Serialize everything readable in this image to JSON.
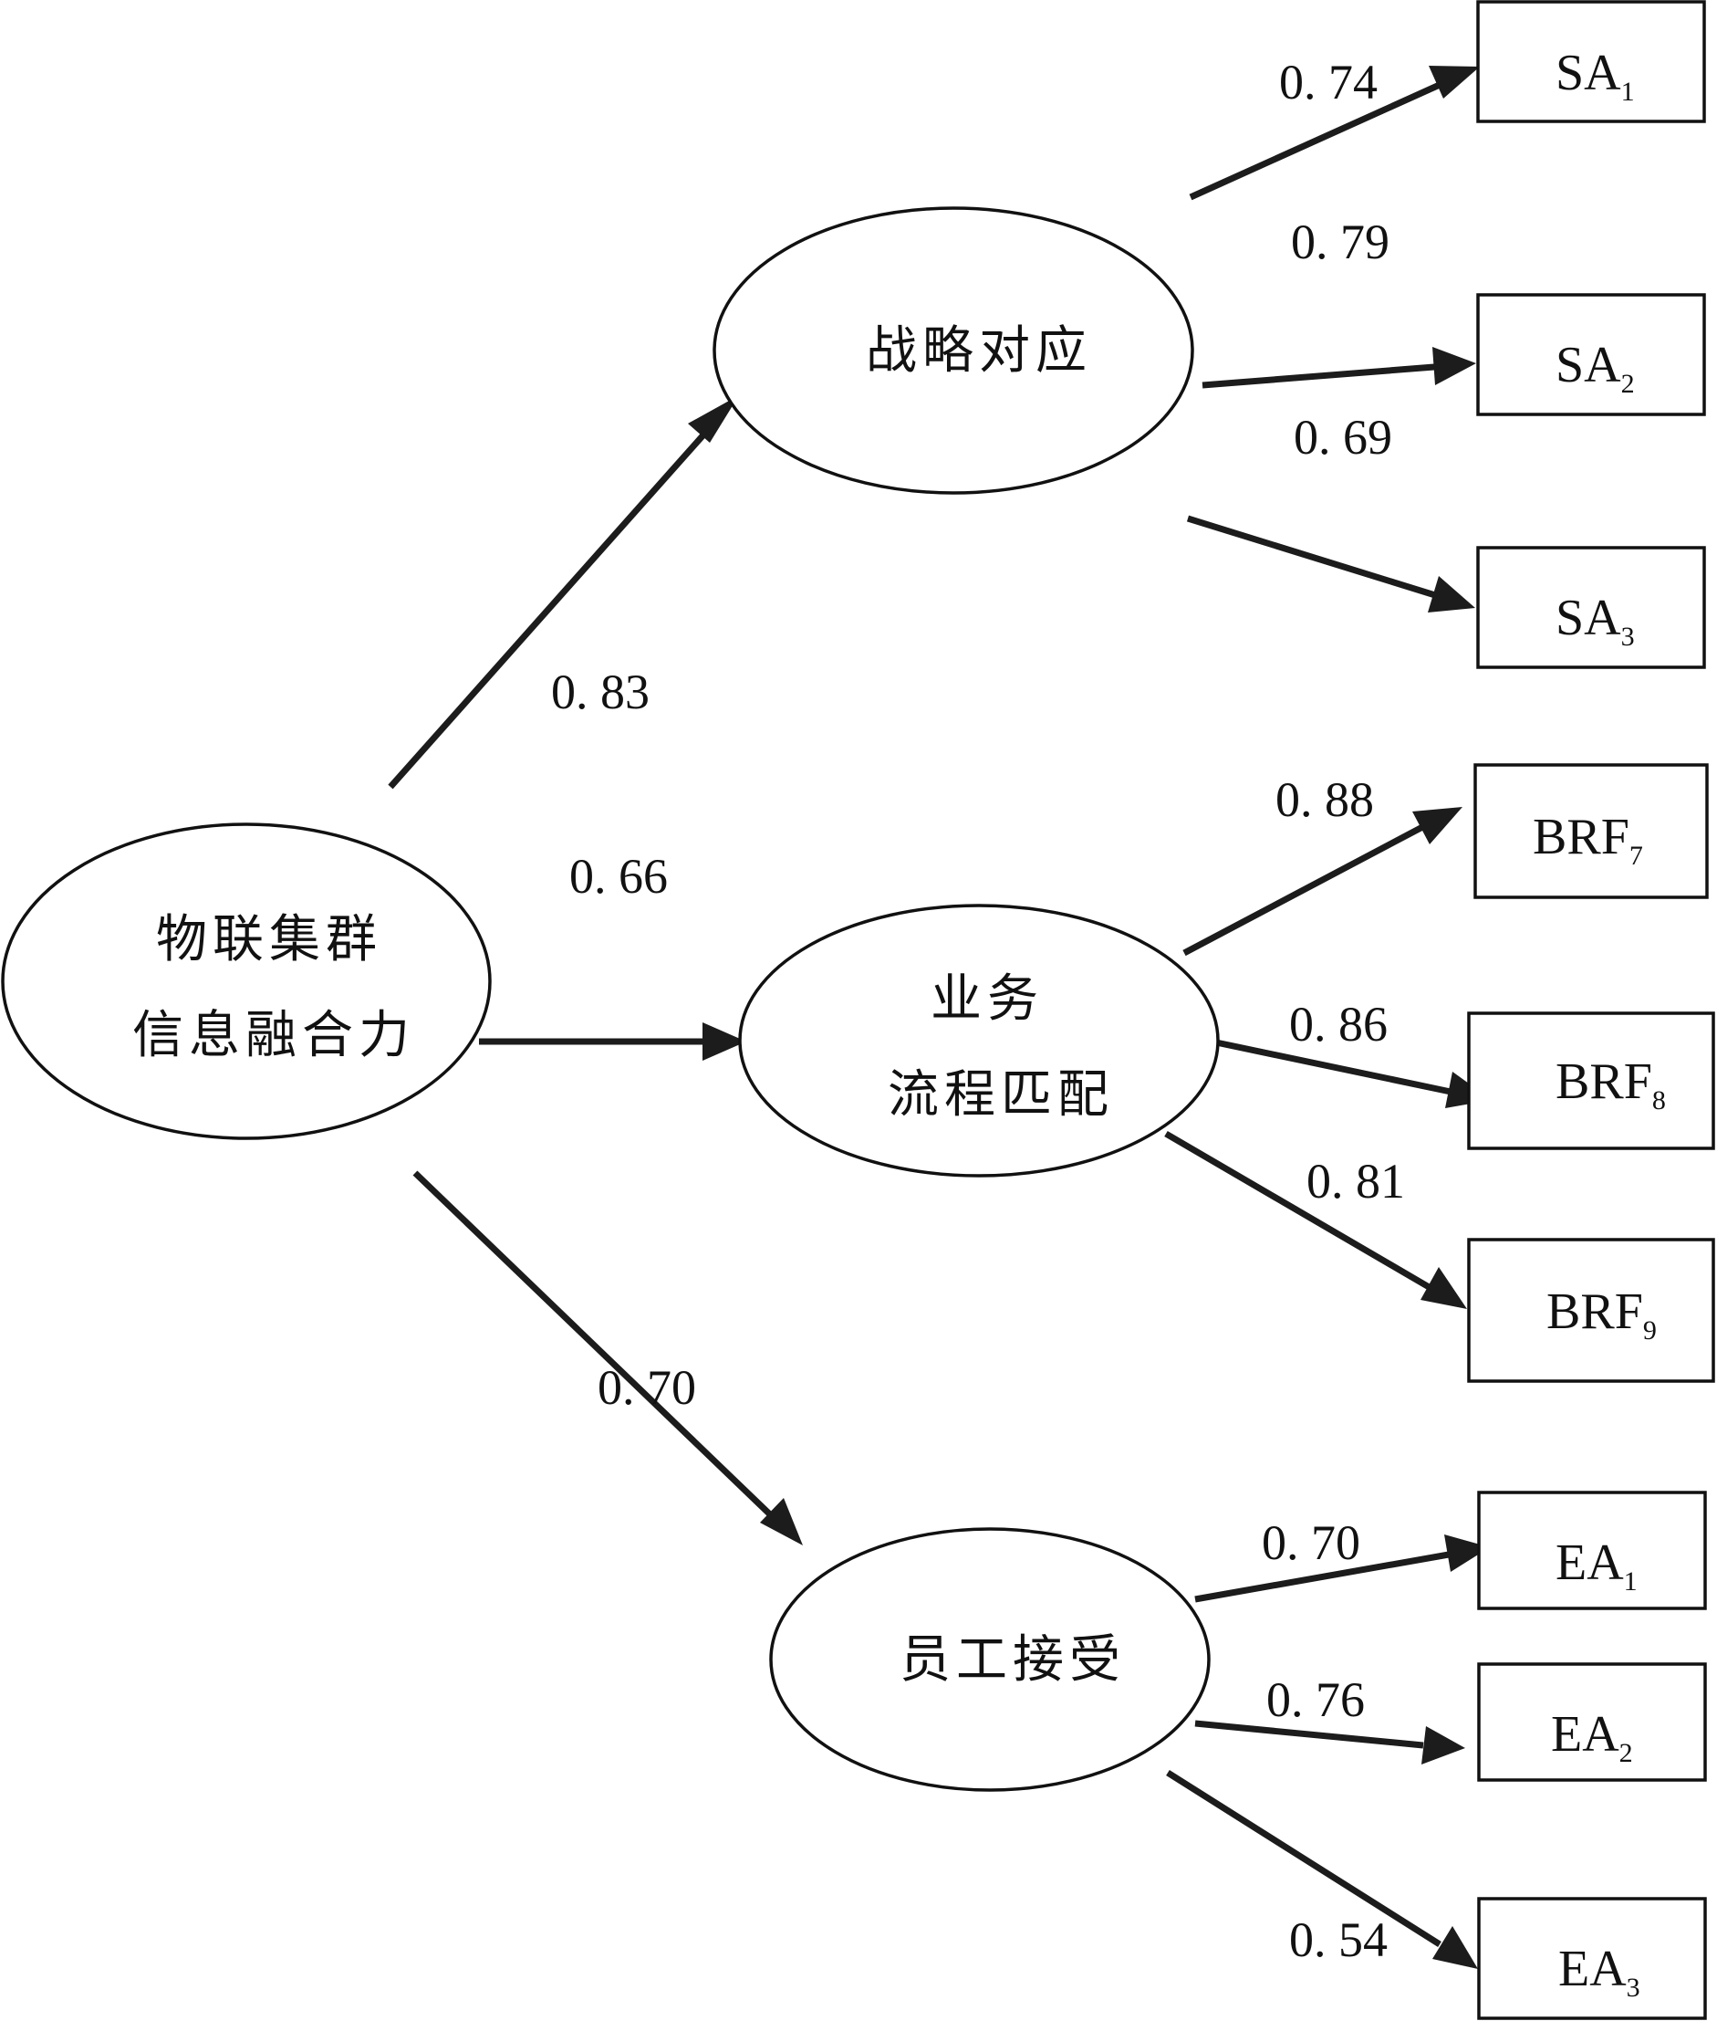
{
  "diagram": {
    "root": {
      "line1": "物联集群",
      "line2": "信息融合力"
    },
    "dimensions": {
      "sa": "战略对应",
      "brf": {
        "line1": "业务",
        "line2": "流程匹配"
      },
      "ea": "员工接受"
    },
    "path_coefficients": {
      "root_sa": "0. 83",
      "root_brf": "0. 66",
      "root_ea": "0. 70"
    },
    "indicators": {
      "sa": [
        {
          "base": "SA",
          "sub": "1",
          "loading": "0. 74"
        },
        {
          "base": "SA",
          "sub": "2",
          "loading": "0. 79"
        },
        {
          "base": "SA",
          "sub": "3",
          "loading": "0. 69"
        }
      ],
      "brf": [
        {
          "base": "BRF",
          "sub": "7",
          "loading": "0. 88"
        },
        {
          "base": "BRF",
          "sub": "8",
          "loading": "0. 86"
        },
        {
          "base": "BRF",
          "sub": "9",
          "loading": "0. 81"
        }
      ],
      "ea": [
        {
          "base": "EA",
          "sub": "1",
          "loading": "0. 70"
        },
        {
          "base": "EA",
          "sub": "2",
          "loading": "0. 76"
        },
        {
          "base": "EA",
          "sub": "3",
          "loading": "0. 54"
        }
      ]
    }
  }
}
